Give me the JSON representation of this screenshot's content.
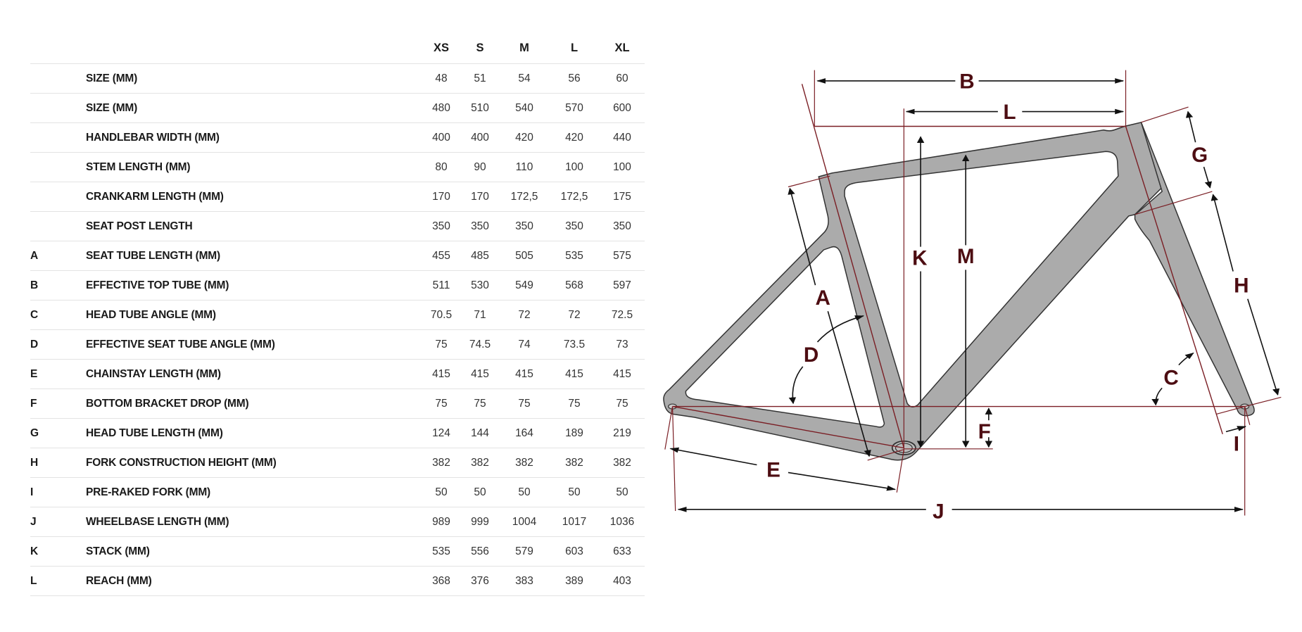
{
  "table": {
    "columns": [
      "XS",
      "S",
      "M",
      "L",
      "XL"
    ],
    "rows": [
      {
        "letter": "",
        "label": "SIZE (MM)",
        "values": [
          "48",
          "51",
          "54",
          "56",
          "60"
        ]
      },
      {
        "letter": "",
        "label": "SIZE (MM)",
        "values": [
          "480",
          "510",
          "540",
          "570",
          "600"
        ]
      },
      {
        "letter": "",
        "label": "HANDLEBAR WIDTH (MM)",
        "values": [
          "400",
          "400",
          "420",
          "420",
          "440"
        ]
      },
      {
        "letter": "",
        "label": "STEM LENGTH (MM)",
        "values": [
          "80",
          "90",
          "110",
          "100",
          "100"
        ]
      },
      {
        "letter": "",
        "label": "CRANKARM LENGTH (MM)",
        "values": [
          "170",
          "170",
          "172,5",
          "172,5",
          "175"
        ]
      },
      {
        "letter": "",
        "label": "SEAT POST LENGTH",
        "values": [
          "350",
          "350",
          "350",
          "350",
          "350"
        ]
      },
      {
        "letter": "A",
        "label": "SEAT TUBE LENGTH (MM)",
        "values": [
          "455",
          "485",
          "505",
          "535",
          "575"
        ]
      },
      {
        "letter": "B",
        "label": "EFFECTIVE TOP TUBE (MM)",
        "values": [
          "511",
          "530",
          "549",
          "568",
          "597"
        ]
      },
      {
        "letter": "C",
        "label": "HEAD TUBE ANGLE (MM)",
        "values": [
          "70.5",
          "71",
          "72",
          "72",
          "72.5"
        ]
      },
      {
        "letter": "D",
        "label": "EFFECTIVE SEAT TUBE ANGLE (MM)",
        "values": [
          "75",
          "74.5",
          "74",
          "73.5",
          "73"
        ]
      },
      {
        "letter": "E",
        "label": "CHAINSTAY LENGTH (MM)",
        "values": [
          "415",
          "415",
          "415",
          "415",
          "415"
        ]
      },
      {
        "letter": "F",
        "label": "BOTTOM BRACKET DROP (MM)",
        "values": [
          "75",
          "75",
          "75",
          "75",
          "75"
        ]
      },
      {
        "letter": "G",
        "label": "HEAD TUBE LENGTH (MM)",
        "values": [
          "124",
          "144",
          "164",
          "189",
          "219"
        ]
      },
      {
        "letter": "H",
        "label": "FORK CONSTRUCTION HEIGHT (MM)",
        "values": [
          "382",
          "382",
          "382",
          "382",
          "382"
        ]
      },
      {
        "letter": "I",
        "label": "PRE-RAKED FORK (MM)",
        "values": [
          "50",
          "50",
          "50",
          "50",
          "50"
        ]
      },
      {
        "letter": "J",
        "label": "WHEELBASE LENGTH (MM)",
        "values": [
          "989",
          "999",
          "1004",
          "1017",
          "1036"
        ]
      },
      {
        "letter": "K",
        "label": "STACK (MM)",
        "values": [
          "535",
          "556",
          "579",
          "603",
          "633"
        ]
      },
      {
        "letter": "L",
        "label": "REACH (MM)",
        "values": [
          "368",
          "376",
          "383",
          "389",
          "403"
        ]
      }
    ]
  },
  "diagram": {
    "labels": {
      "A": "A",
      "B": "B",
      "C": "C",
      "D": "D",
      "E": "E",
      "F": "F",
      "G": "G",
      "H": "H",
      "I": "I",
      "J": "J",
      "K": "K",
      "L": "L",
      "M": "M"
    },
    "colors": {
      "frame": "#ababab",
      "dimension": "#7a1e24",
      "label": "#4d0d12"
    }
  }
}
